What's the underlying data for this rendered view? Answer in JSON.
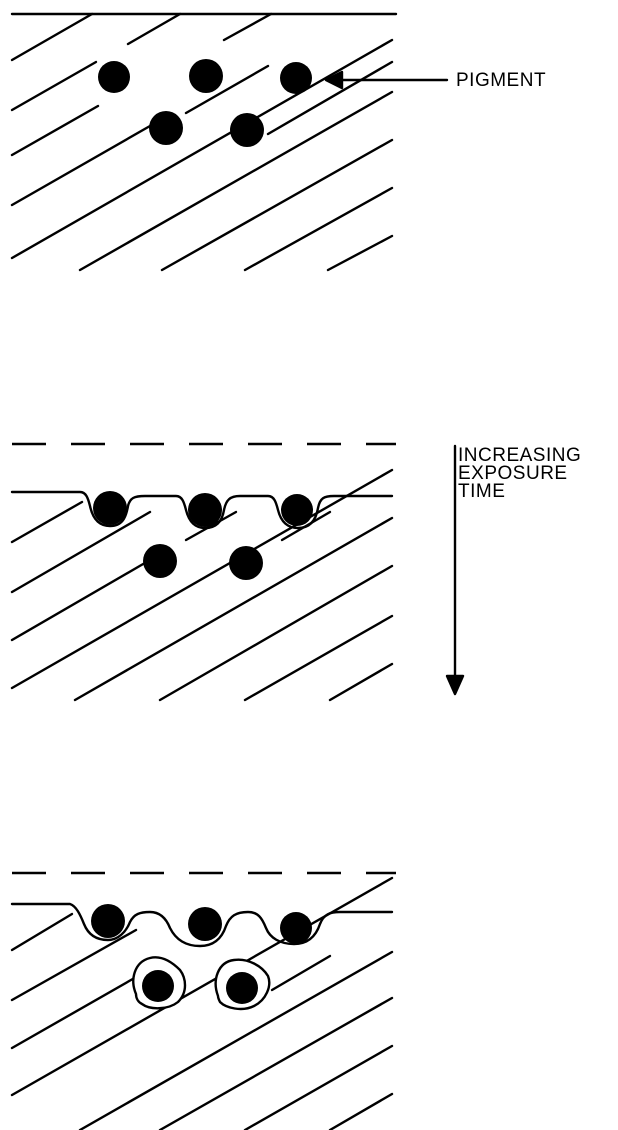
{
  "labels": {
    "pigment": "PIGMENT",
    "exposure": [
      "INCREASING",
      "EXPOSURE",
      "TIME"
    ]
  },
  "colors": {
    "ink": "#000000",
    "background": "#ffffff"
  }
}
